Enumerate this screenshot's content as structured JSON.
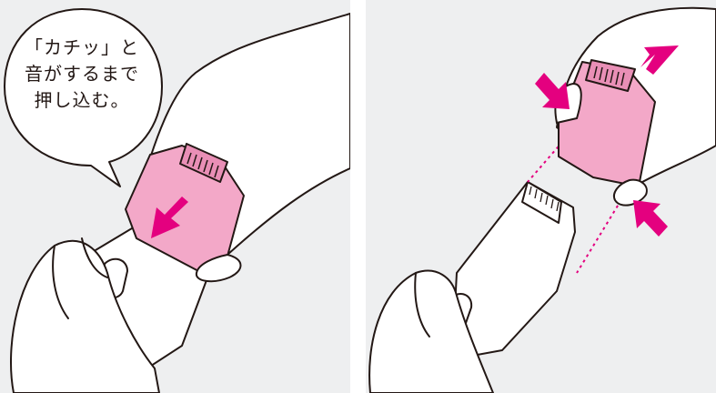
{
  "callout": {
    "line1": "「カチッ」と",
    "line2": "音がするまで",
    "line3": "押し込む。"
  },
  "colors": {
    "background": "#eeeff0",
    "outline": "#231815",
    "attachment_fill": "#f3a8c8",
    "attachment_dark": "#e98fb6",
    "arrow": "#e4007f",
    "guide_line": "#e4007f"
  },
  "icons": [
    "press-arrow",
    "slide-arrow",
    "pull-arrow",
    "guide-line"
  ]
}
